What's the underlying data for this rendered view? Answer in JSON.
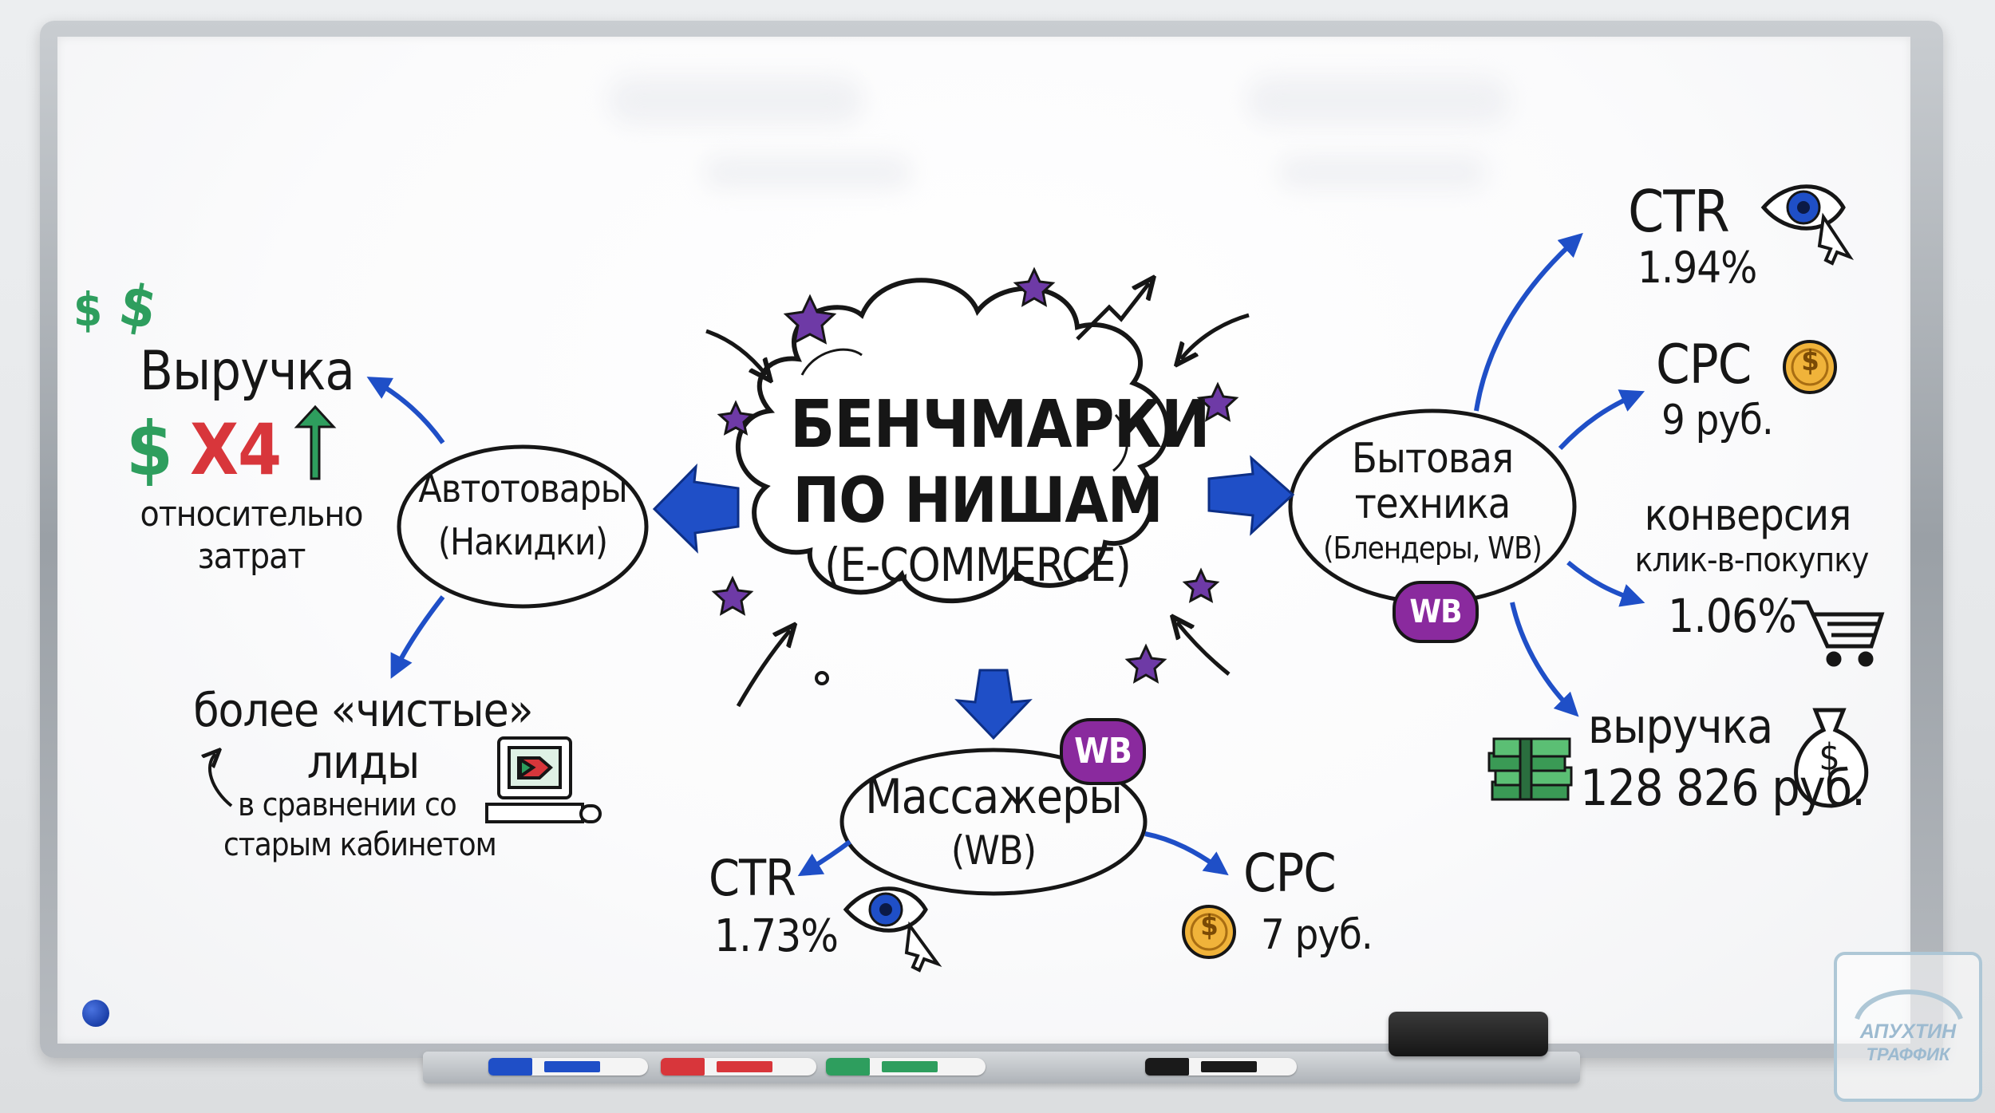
{
  "center": {
    "line1": "БЕНЧМАРКИ",
    "line2": "ПО НИШАМ",
    "line3": "(E-COMMERCE)"
  },
  "left": {
    "node_line1": "Автотовары",
    "node_line2": "(Накидки)",
    "revenue_label": "Выручка",
    "multiplier": "X4",
    "relative_line1": "относительно",
    "relative_line2": "затрат",
    "leads_line1": "более «чистые»",
    "leads_line2": "лиды",
    "compare_line1": "в сравнении со",
    "compare_line2": "старым кабинетом"
  },
  "bottom": {
    "node_line1": "Массажеры",
    "node_line2": "(WB)",
    "badge": "WB",
    "ctr_label": "CTR",
    "ctr_value": "1.73%",
    "cpc_label": "CPC",
    "cpc_value": "7 руб."
  },
  "right": {
    "node_line1": "Бытовая",
    "node_line2": "техника",
    "node_line3": "(Блендеры, WB)",
    "badge": "WB",
    "ctr_label": "CTR",
    "ctr_value": "1.94%",
    "cpc_label": "CPC",
    "cpc_value": "9 руб.",
    "conv_line1": "конверсия",
    "conv_line2": "клик-в-покупку",
    "conv_value": "1.06%",
    "revenue_label": "выручка",
    "revenue_value": "128 826 руб."
  },
  "logo": {
    "line1": "АПУХТИН",
    "line2": "ТРАФФИК"
  },
  "colors": {
    "ink": "#161616",
    "arrow_blue": "#1f4fc7",
    "dollar_green": "#2e9e5e",
    "x4_red": "#d8363b",
    "wb_purple": "#8a2a9e"
  }
}
